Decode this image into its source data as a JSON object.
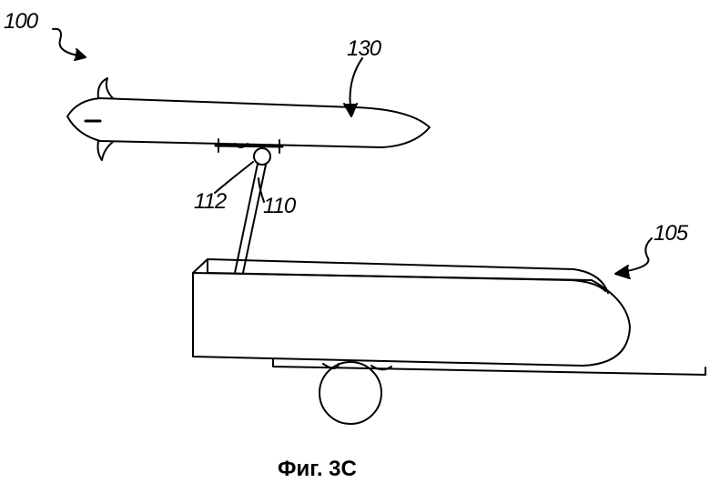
{
  "labels": {
    "system": "100",
    "missile": "130",
    "joint": "112",
    "arm": "110",
    "container": "105"
  },
  "caption": "Фиг. 3C"
}
